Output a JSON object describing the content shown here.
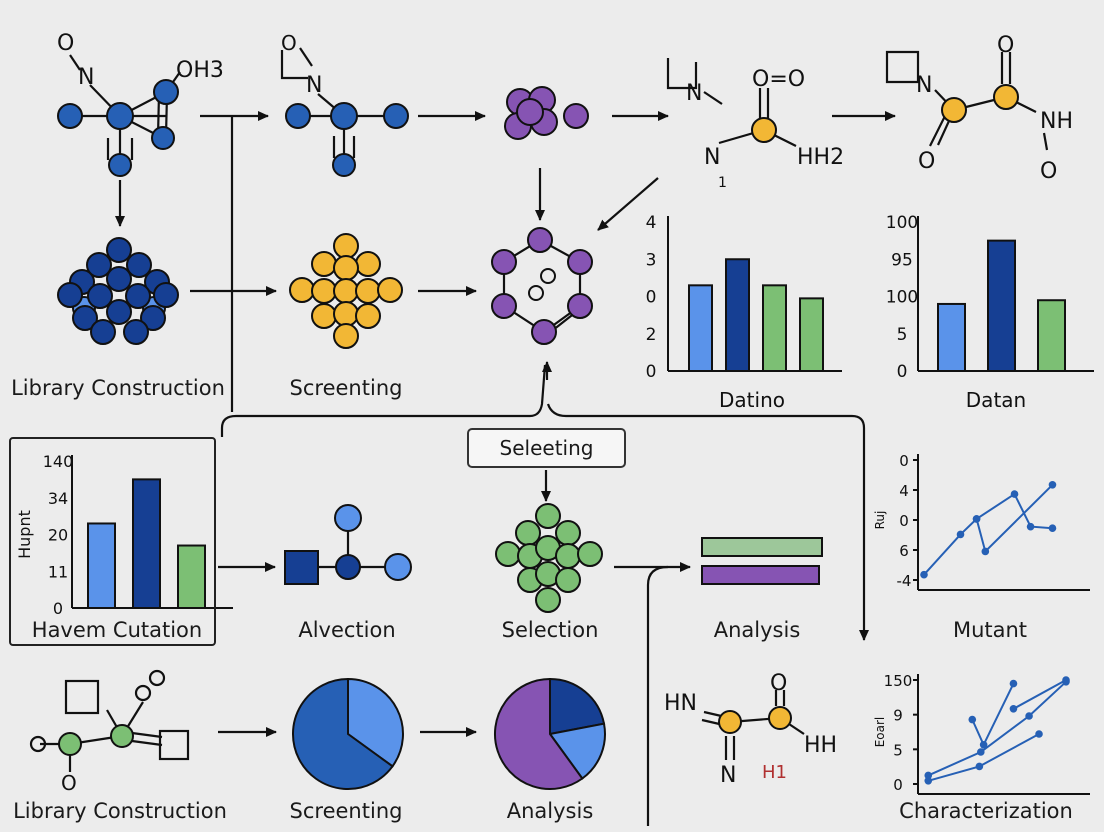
{
  "labels": {
    "library_construction_top": "Library Construction",
    "screening_top": "Screenting",
    "curation": "Havem Cutation",
    "alvection": "Alvection",
    "selection": "Selection",
    "analysis_mid": "Analysis",
    "mutant": "Mutant",
    "library_construction_bottom": "Library Construction",
    "screening_bottom": "Screenting",
    "analysis_bottom": "Analysis",
    "characterization": "Characterization",
    "selecting_box": "Seleeting"
  },
  "molecules": {
    "m1": {
      "o": "O",
      "n": "N",
      "oh3": "OH3"
    },
    "m2": {
      "o": "O",
      "n": "N"
    },
    "m4": {
      "n_top": "N",
      "o_top": "O=O",
      "n_left": "N",
      "hh2": "HH2",
      "one": "1"
    },
    "m5": {
      "n": "N",
      "o_top": "O",
      "nh": "NH",
      "o_left": "O",
      "o_bot": "O"
    },
    "m6": {
      "hn": "HN",
      "o": "O",
      "hh": "HH",
      "n": "N",
      "h1": "H1"
    },
    "m7": {
      "o": "O"
    }
  },
  "colors": {
    "blue_light": "#5a93ea",
    "blue_mid": "#2660b5",
    "blue_dark": "#163f93",
    "navy": "#0d2f88",
    "yellow": "#f2b735",
    "purple": "#8654b3",
    "green": "#7cbf74",
    "pale_green": "#9dc79a",
    "line": "#111111"
  },
  "chart_data": [
    {
      "type": "bar",
      "xlabel": "Datino",
      "ytick_labels": [
        "4",
        "3",
        "0",
        "2",
        "0"
      ],
      "values": [
        2.3,
        3.0,
        2.3,
        1.95
      ],
      "colors": [
        "#5a93ea",
        "#163f93",
        "#7cbf74",
        "#7cbf74"
      ],
      "ylim": [
        0,
        4
      ]
    },
    {
      "type": "bar",
      "xlabel": "Datan",
      "ytick_labels": [
        "100",
        "95",
        "100",
        "5",
        "0"
      ],
      "values": [
        1.8,
        3.5,
        1.9
      ],
      "colors": [
        "#5a93ea",
        "#163f93",
        "#7cbf74"
      ],
      "ylim": [
        0,
        4
      ]
    },
    {
      "type": "bar",
      "ylabel": "Hupnt",
      "ytick_labels": [
        "140",
        "34",
        "20",
        "11",
        "0"
      ],
      "values": [
        2.3,
        3.5,
        1.7
      ],
      "colors": [
        "#5a93ea",
        "#163f93",
        "#7cbf74"
      ],
      "ylim": [
        0,
        4
      ]
    },
    {
      "type": "line",
      "ylabel": "Ruj",
      "ytick_labels": [
        "0",
        "4",
        "0",
        "6",
        "-4"
      ],
      "ylim": [
        0,
        4
      ],
      "xlim": [
        0,
        10
      ],
      "series": [
        {
          "x": [
            0,
            2.5,
            3.6,
            6.2,
            7.3,
            8.8
          ],
          "y": [
            0.3,
            1.6,
            2.1,
            2.9,
            1.85,
            1.8
          ]
        },
        {
          "x": [
            3.6,
            4.2,
            8.8
          ],
          "y": [
            2.1,
            1.05,
            3.2
          ]
        }
      ]
    },
    {
      "type": "line",
      "ylabel": "Eoarl",
      "ytick_labels": [
        "150",
        "9",
        "5",
        "0"
      ],
      "ylim": [
        0,
        3
      ],
      "xlim": [
        0,
        10
      ],
      "series": [
        {
          "x": [
            0.3,
            3.9,
            8.1
          ],
          "y": [
            0.2,
            0.6,
            1.5
          ]
        },
        {
          "x": [
            0.3,
            4.0,
            7.4,
            10
          ],
          "y": [
            0.35,
            1.0,
            2.0,
            2.95
          ]
        },
        {
          "x": [
            3.4,
            4.2,
            6.3
          ],
          "y": [
            1.9,
            1.2,
            2.9
          ]
        },
        {
          "x": [
            6.3,
            10
          ],
          "y": [
            2.2,
            3.0
          ]
        }
      ]
    },
    {
      "type": "pie",
      "values": [
        0.35,
        0.65
      ],
      "colors": [
        "#5a93ea",
        "#2660b5"
      ]
    },
    {
      "type": "pie",
      "values": [
        0.22,
        0.18,
        0.6
      ],
      "colors": [
        "#163f93",
        "#5a93ea",
        "#8654b3"
      ]
    }
  ]
}
